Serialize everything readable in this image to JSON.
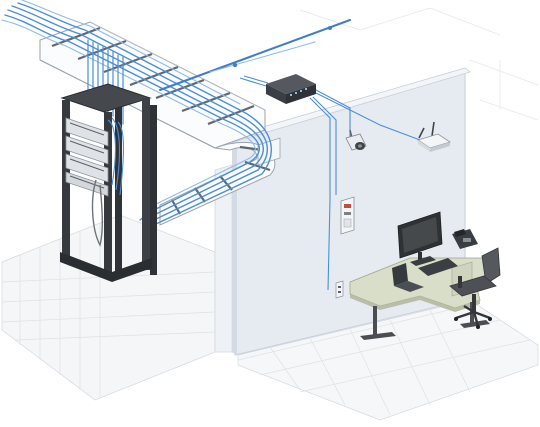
{
  "diagram": {
    "colors": {
      "background": "#ffffff",
      "floor_grid": "#d9dde2",
      "wall": "#e7ecf3",
      "wall_edge": "#c9d1dc",
      "cable": "#4d8fd6",
      "cable_light": "#8fbbe9",
      "tray": "#ffffff",
      "tray_edge": "#9aa3ad",
      "rack": "#3b3f44",
      "rack_panel": "#dfe3e7",
      "switch": "#3a3f45",
      "access_point": "#f2f4f6",
      "desk_top": "#d9dec9",
      "desk_leg": "#4a4e52",
      "monitor": "#333638",
      "chair": "#5a5e62",
      "wall_outlet": "#eef0f2"
    },
    "components": [
      {
        "name": "network-rack",
        "icon": "server-rack-icon"
      },
      {
        "name": "cable-tray",
        "icon": "cable-tray-icon"
      },
      {
        "name": "network-switch",
        "icon": "switch-icon"
      },
      {
        "name": "security-camera",
        "icon": "camera-icon"
      },
      {
        "name": "wireless-access-point",
        "icon": "wifi-router-icon"
      },
      {
        "name": "wall-panel",
        "icon": "panel-icon"
      },
      {
        "name": "wall-outlet",
        "icon": "outlet-icon"
      },
      {
        "name": "workstation-desk",
        "icon": "desk-icon"
      },
      {
        "name": "computer-monitor",
        "icon": "monitor-icon"
      },
      {
        "name": "desk-phone",
        "icon": "phone-icon"
      },
      {
        "name": "office-chair",
        "icon": "chair-icon"
      }
    ]
  }
}
